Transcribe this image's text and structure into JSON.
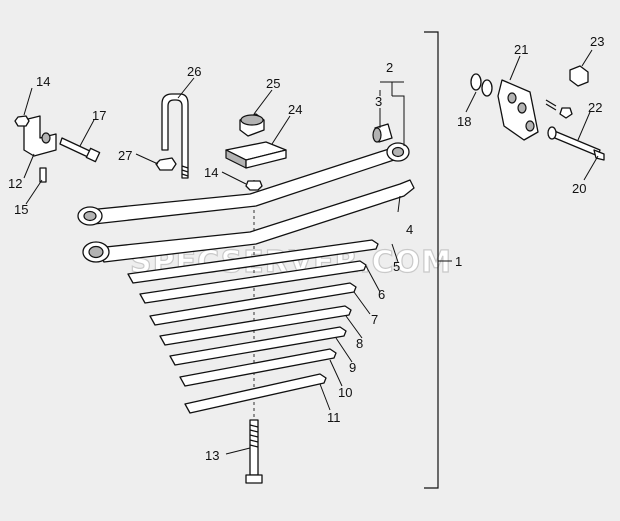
{
  "watermark": "SPECSERVER.COM",
  "callouts": {
    "c1": "1",
    "c2": "2",
    "c3": "3",
    "c4": "4",
    "c5": "5",
    "c6": "6",
    "c7": "7",
    "c8": "8",
    "c9": "9",
    "c10": "10",
    "c11": "11",
    "c12": "12",
    "c13": "13",
    "c14a": "14",
    "c14b": "14",
    "c15": "15",
    "c17": "17",
    "c18": "18",
    "c20": "20",
    "c21": "21",
    "c22": "22",
    "c23": "23",
    "c24": "24",
    "c25": "25",
    "c26": "26",
    "c27": "27"
  }
}
